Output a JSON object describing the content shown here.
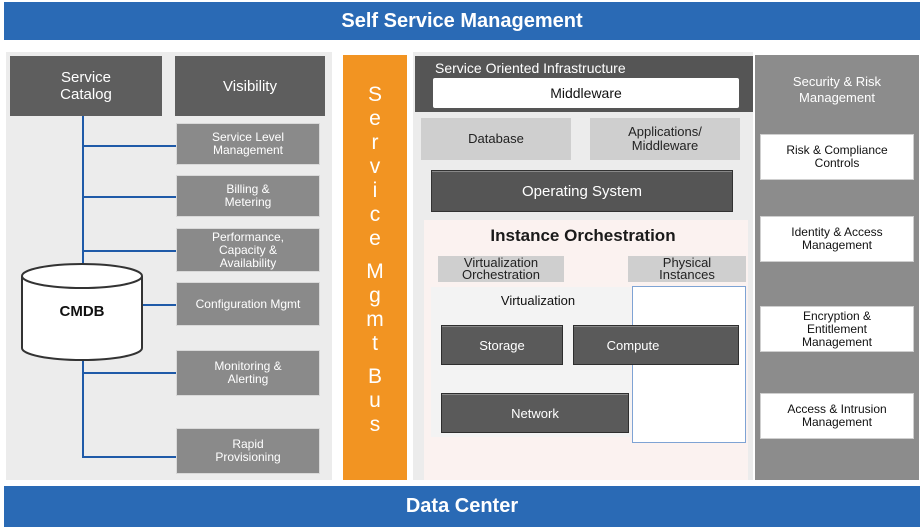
{
  "top_banner": "Self Service Management",
  "bottom_banner": "Data Center",
  "left": {
    "service_catalog": "Service Catalog",
    "visibility": "Visibility",
    "cmdb": "CMDB",
    "items": [
      "Service Level Management",
      "Billing & Metering",
      "Performance, Capacity & Availability",
      "Configuration Mgmt",
      "Monitoring & Alerting",
      "Rapid Provisioning"
    ]
  },
  "bus": {
    "letters": [
      "S",
      "e",
      "r",
      "v",
      "i",
      "c",
      "e",
      "",
      "M",
      "g",
      "m",
      "t",
      "",
      "B",
      "u",
      "s"
    ]
  },
  "center": {
    "soi_title": "Service Oriented Infrastructure",
    "middleware": "Middleware",
    "database": "Database",
    "apps_middleware": "Applications/ Middleware",
    "operating_system": "Operating System",
    "instance_orchestration": "Instance Orchestration",
    "virtualization_orchestration": "Virtualization Orchestration",
    "physical_instances": "Physical Instances",
    "virtualization": "Virtualization",
    "storage": "Storage",
    "compute": "Compute",
    "network": "Network"
  },
  "right": {
    "header": "Security & Risk Management",
    "items": [
      "Risk & Compliance Controls",
      "Identity & Access Management",
      "Encryption & Entitlement Management",
      "Access & Intrusion Management"
    ]
  },
  "colors": {
    "banner": "#2a6ab5",
    "bus": "#f29422",
    "connector": "#1f5aa8"
  }
}
